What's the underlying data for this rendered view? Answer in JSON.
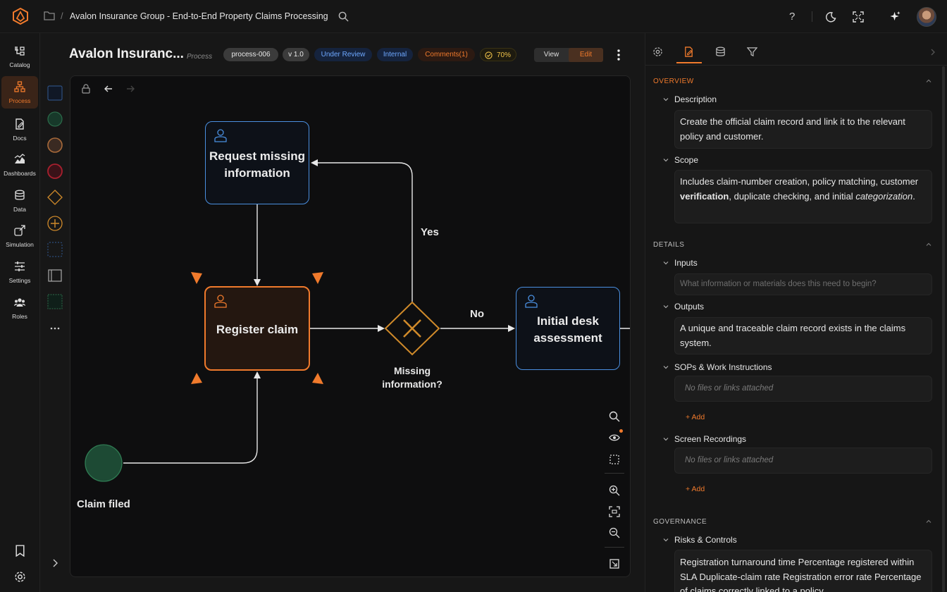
{
  "topbar": {
    "breadcrumb_sep": "/",
    "title": "Avalon Insurance Group - End-to-End Property Claims Processing",
    "help": "?"
  },
  "nav": [
    {
      "label": "Catalog",
      "icon": "catalog-icon"
    },
    {
      "label": "Process",
      "icon": "process-icon",
      "active": true
    },
    {
      "label": "Docs",
      "icon": "docs-icon"
    },
    {
      "label": "Dashboards",
      "icon": "dashboards-icon"
    },
    {
      "label": "Data",
      "icon": "data-icon"
    },
    {
      "label": "Simulation",
      "icon": "simulation-icon"
    },
    {
      "label": "Settings",
      "icon": "settings-sliders-icon"
    },
    {
      "label": "Roles",
      "icon": "roles-icon"
    }
  ],
  "header": {
    "title": "Avalon Insuranc...",
    "type": "Process",
    "badges": {
      "id": "process-006",
      "version": "v 1.0",
      "status": "Under Review",
      "visibility": "Internal",
      "comments": "Comments(1)",
      "progress": "70%"
    },
    "view_label": "View",
    "edit_label": "Edit"
  },
  "diagram": {
    "start_event": "Claim filed",
    "task_request": "Request missing information",
    "task_register": "Register claim",
    "gateway": "Missing information?",
    "task_assessment": "Initial desk assessment",
    "edge_yes": "Yes",
    "edge_no": "No"
  },
  "panel": {
    "overview_title": "OVERVIEW",
    "description_label": "Description",
    "description": "Create the official claim record and link it to the relevant policy and customer.",
    "scope_label": "Scope",
    "scope_a": "Includes claim-number creation, policy matching, customer ",
    "scope_b": "verification",
    "scope_c": ", duplicate checking, and initial ",
    "scope_d": "categorization",
    "scope_e": ".",
    "details_title": "DETAILS",
    "inputs_label": "Inputs",
    "inputs_placeholder": "What information or materials does this need to begin?",
    "outputs_label": "Outputs",
    "outputs": "A unique and traceable claim record exists in the claims system.",
    "sops_label": "SOPs & Work Instructions",
    "sops_empty": "No files or links attached",
    "add_label": "+ Add",
    "recordings_label": "Screen Recordings",
    "recordings_empty": "No files or links attached",
    "governance_title": "GOVERNANCE",
    "risks_label": "Risks & Controls",
    "risks": "Registration turnaround time Percentage registered within SLA Duplicate-claim rate Registration error rate Percentage of claims correctly linked to a policy"
  },
  "colors": {
    "accent": "#f07a2c",
    "task_blue": "#4a8fe0",
    "gateway": "#d08a2a",
    "start_green": "#1d4a34"
  }
}
